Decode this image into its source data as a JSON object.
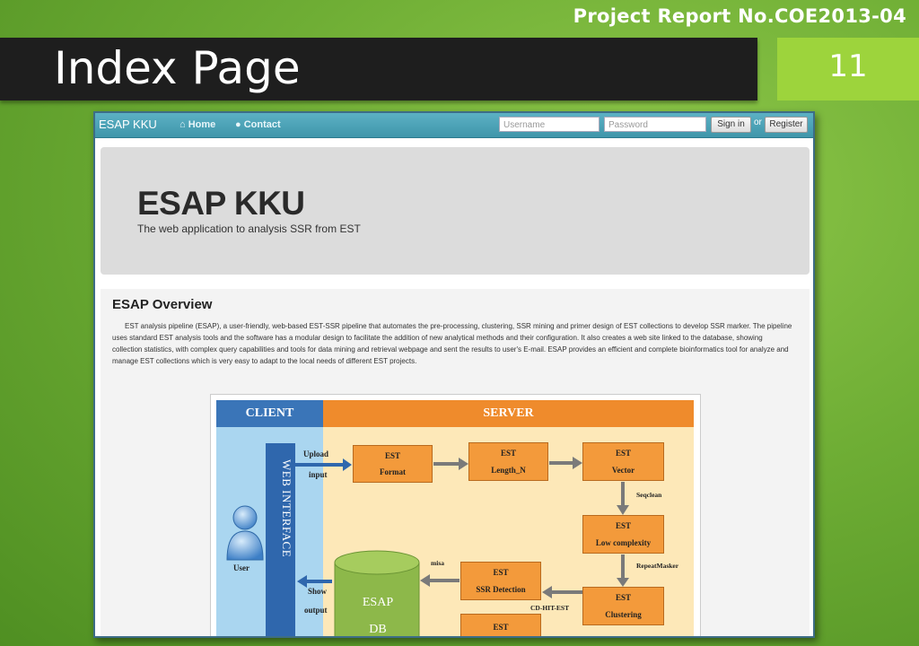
{
  "slide": {
    "report_no": "Project Report No.COE2013-04",
    "title": "Index Page",
    "page_number": "11"
  },
  "website": {
    "brand": "ESAP KKU",
    "nav": {
      "home": "Home",
      "contact": "Contact"
    },
    "login": {
      "username_placeholder": "Username",
      "password_placeholder": "Password",
      "signin": "Sign in",
      "or": "or",
      "register": "Register"
    },
    "hero": {
      "title": "ESAP KKU",
      "subtitle": "The web application to analysis SSR from EST"
    },
    "overview": {
      "title": "ESAP Overview",
      "text": "EST analysis pipeline (ESAP), a user-friendly, web-based EST-SSR pipeline that automates the pre-processing, clustering, SSR mining and primer design of EST collections to develop SSR marker. The pipeline uses standard EST analysis tools and the software has a modular design to facilitate the addition of new analytical methods and their configuration. It also creates a web site linked to the database, showing collection statistics, with complex query capabilities and tools for data mining and retrieval webpage and sent the results to user's E-mail. ESAP provides an efficient and complete bioinformatics tool for analyze and manage EST collections which is very easy to adapt to the local needs of different EST projects."
    },
    "diagram": {
      "client_header": "CLIENT",
      "server_header": "SERVER",
      "web_interface": "WEB INTERFACE",
      "user": "User",
      "upload": "Upload",
      "input": "input",
      "show": "Show",
      "output": "output",
      "misa": "misa",
      "seqclean": "Seqclean",
      "repeatmasker": "RepeatMasker",
      "cdhit": "CD-HIT-EST",
      "db_line1": "ESAP",
      "db_line2": "DB",
      "boxes": {
        "format": [
          "EST",
          "Format"
        ],
        "length": [
          "EST",
          "Length_N"
        ],
        "vector": [
          "EST",
          "Vector"
        ],
        "lowcomp": [
          "EST",
          "Low complexity"
        ],
        "ssr": [
          "EST",
          "SSR Detection"
        ],
        "clustering": [
          "EST",
          "Clustering"
        ],
        "bottom": [
          "EST"
        ]
      }
    }
  }
}
